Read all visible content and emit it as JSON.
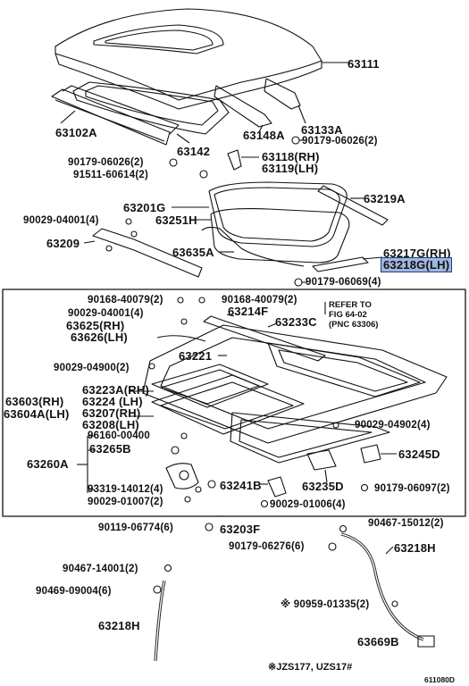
{
  "accent_color": "#9fb7e0",
  "labels": {
    "l63111": "63111",
    "l63102A": "63102A",
    "l63142": "63142",
    "l63148A": "63148A",
    "l63133A": "63133A",
    "l90179_06026_r": "90179-06026(2)",
    "l90179_06026_l": "90179-06026(2)",
    "l63118": "63118(RH)",
    "l63119": "63119(LH)",
    "l91511": "91511-60614(2)",
    "l63201G": "63201G",
    "l63251H": "63251H",
    "l90029_04001_a": "90029-04001(4)",
    "l63219A": "63219A",
    "l63209": "63209",
    "l63635A": "63635A",
    "l63217G": "63217G(RH)",
    "l63218G": "63218G(LH)",
    "l90179_06069": "90179-06069(4)",
    "l90168_a": "90168-40079(2)",
    "l90168_b": "90168-40079(2)",
    "l90029_04001_b": "90029-04001(4)",
    "l63214F": "63214F",
    "l63233C": "63233C",
    "l63625": "63625(RH)",
    "l63626": "63626(LH)",
    "l63221": "63221",
    "l90029_04900": "90029-04900(2)",
    "l63223A": "63223A(RH)",
    "l63603": "63603(RH)",
    "l63224": "63224  (LH)",
    "l63604A": "63604A(LH)",
    "l63207": "63207(RH)",
    "l63208": "63208(LH)",
    "l90029_04902": "90029-04902(4)",
    "l96160": "96160-00400",
    "l63245D": "63245D",
    "l63265B": "63265B",
    "l63260A": "63260A",
    "l93319": "93319-14012(4)",
    "l63241B": "63241B",
    "l63235D": "63235D",
    "l90179_06097": "90179-06097(2)",
    "l90029_01007": "90029-01007(2)",
    "l90029_01006": "90029-01006(4)",
    "l90119": "90119-06774(6)",
    "l63203F": "63203F",
    "l90467_15012": "90467-15012(2)",
    "l90179_06276": "90179-06276(6)",
    "l63218H_r": "63218H",
    "l90467_14001": "90467-14001(2)",
    "l90469": "90469-09004(6)",
    "l90959": "※ 90959-01335(2)",
    "l63218H_l": "63218H",
    "l63669B": "63669B"
  },
  "refer_note": "REFER TO\nFIG 64-02\n(PNC 63306)",
  "footnote": "※JZS177, UZS17#",
  "figure_code": "611080D"
}
